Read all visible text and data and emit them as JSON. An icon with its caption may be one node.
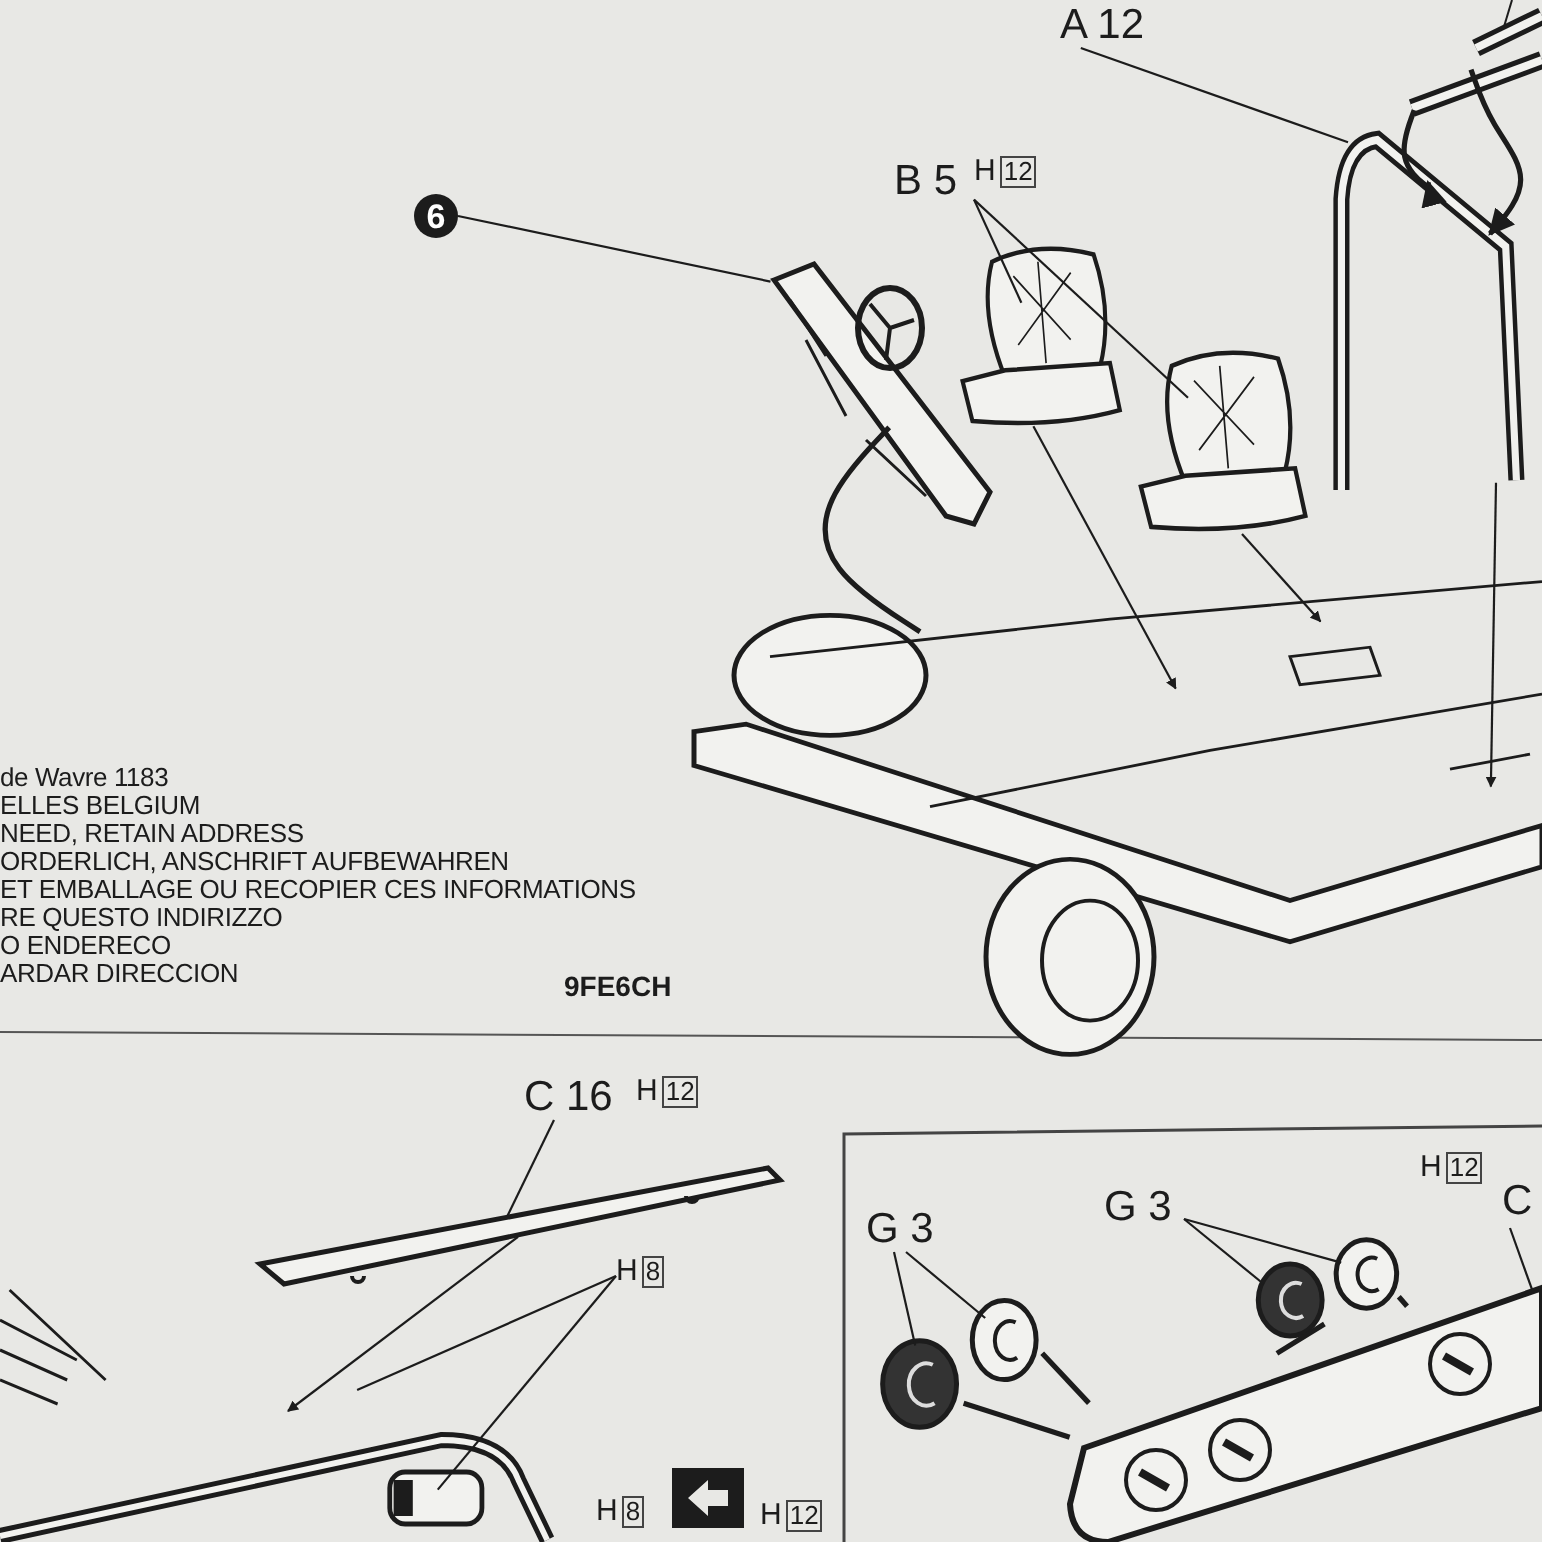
{
  "diagram": {
    "nodes": [
      {
        "text": [
          "6"
        ]
      },
      {
        "text": [],
        "shape": "picture"
      },
      {
        "text": [
          "A 12"
        ]
      },
      {
        "text": [],
        "shape": "picture"
      },
      {
        "text": [],
        "shape": "picture"
      },
      {
        "text": [
          "B 5"
        ]
      },
      {
        "text": [],
        "shape": "picture"
      },
      {
        "text": [],
        "shape": "picture"
      },
      {
        "text": [],
        "shape": "picture"
      },
      {
        "text": [
          "C 16"
        ]
      },
      {
        "text": [],
        "shape": "picture"
      },
      {
        "text": [
          "H8"
        ]
      },
      {
        "text": [],
        "shape": "picture"
      },
      {
        "text": [
          "G 3"
        ]
      },
      {
        "text": [],
        "shape": "picture"
      },
      {
        "text": [],
        "shape": "picture"
      },
      {
        "text": [
          "G 3"
        ]
      },
      {
        "text": [],
        "shape": "picture"
      },
      {
        "text": [],
        "shape": "picture"
      },
      {
        "text": [],
        "shape": "picture"
      },
      {
        "text": [
          "C"
        ]
      },
      {
        "text": [
          "H8"
        ]
      }
    ],
    "edges": [
      {
        "from": 0,
        "to": 1,
        "arrow": "none"
      },
      {
        "from": 2,
        "to": 3,
        "arrow": "none"
      },
      {
        "from": 5,
        "to": 6,
        "arrow": "none"
      },
      {
        "from": 5,
        "to": 7,
        "arrow": "none"
      },
      {
        "from": 4,
        "to": 3,
        "arrow": "to",
        "style": "thick"
      },
      {
        "from": 4,
        "to": 3,
        "arrow": "to",
        "style": "thick"
      },
      {
        "from": 6,
        "to": 8,
        "arrow": "to"
      },
      {
        "from": 7,
        "to": 8,
        "arrow": "to"
      },
      {
        "from": 3,
        "to": 8,
        "arrow": "to"
      },
      {
        "from": 1,
        "to": 8,
        "arrow": "none",
        "style": "thick"
      },
      {
        "from": 9,
        "to": 10,
        "arrow": "none"
      },
      {
        "from": 10,
        "to": 12,
        "arrow": "to"
      },
      {
        "from": 11,
        "to": 12,
        "arrow": "none"
      },
      {
        "from": 11,
        "to": 12,
        "arrow": "none"
      },
      {
        "from": 13,
        "to": 14,
        "arrow": "none"
      },
      {
        "from": 13,
        "to": 15,
        "arrow": "none"
      },
      {
        "from": 16,
        "to": 17,
        "arrow": "none"
      },
      {
        "from": 16,
        "to": 18,
        "arrow": "none"
      },
      {
        "from": 14,
        "to": 19,
        "arrow": "none",
        "style": "thick"
      },
      {
        "from": 15,
        "to": 19,
        "arrow": "none",
        "style": "thick"
      },
      {
        "from": 17,
        "to": 19,
        "arrow": "none",
        "style": "thick"
      },
      {
        "from": 18,
        "to": 19,
        "arrow": "none",
        "style": "thick"
      },
      {
        "from": 20,
        "to": 19,
        "arrow": "none"
      }
    ],
    "labels": [
      "H12",
      "de Wavre 1183",
      "ELLES BELGIUM",
      "NEED, RETAIN ADDRESS",
      "ORDERLICH, ANSCHRIFT AUFBEWAHREN",
      "ET EMBALLAGE OU RECOPIER CES INFORMATIONS",
      "RE QUESTO INDIRIZZO",
      "O ENDERECO",
      "ARDAR DIRECCION",
      "9FE6CH",
      "H12",
      "H12",
      "H12"
    ]
  }
}
